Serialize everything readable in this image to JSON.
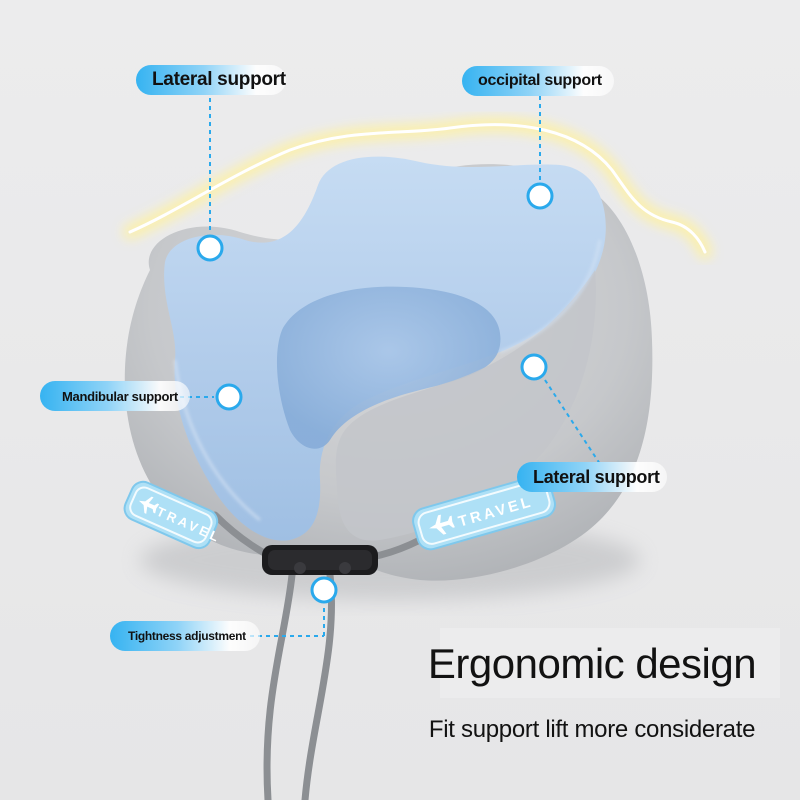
{
  "callouts": {
    "lateral_top": "Lateral support",
    "occipital": "occipital support",
    "mandibular": "Mandibular support",
    "lateral_right": "Lateral support",
    "tightness": "Tightness adjustment"
  },
  "headline": "Ergonomic design",
  "subline": "Fit support lift more considerate",
  "tags": {
    "left": "TRAVEL",
    "right": "TRAVEL"
  },
  "colors": {
    "background": "#ebebec",
    "pillow_blue": "#b9d3ef",
    "pillow_grey": "#c7c9cc",
    "accent": "#2aa9ec",
    "cord": "#8c8f93"
  },
  "icons": [
    "airplane-icon"
  ]
}
